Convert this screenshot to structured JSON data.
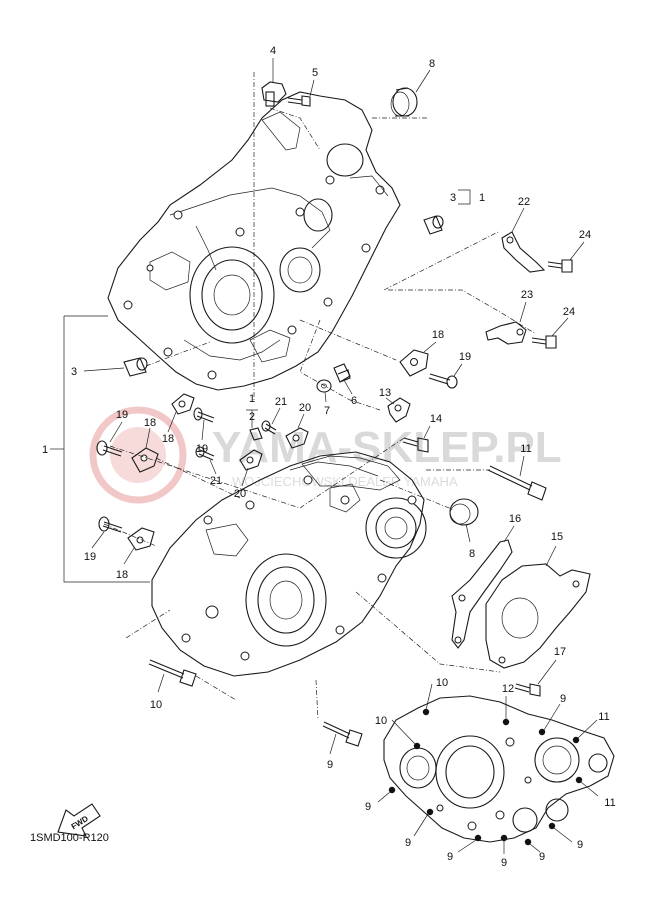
{
  "diagram": {
    "code": "1SMD100-R120",
    "fwd_label": "FWD",
    "watermark": {
      "main": "YAMA-SKLEP.PL",
      "sub": "WOJCIECHOWSKI DEALER YAMAHA"
    },
    "callouts": [
      {
        "id": "c4",
        "text": "4"
      },
      {
        "id": "c5",
        "text": "5"
      },
      {
        "id": "c8a",
        "text": "8"
      },
      {
        "id": "c3a",
        "text": "3"
      },
      {
        "id": "c1a",
        "text": "1"
      },
      {
        "id": "c22",
        "text": "22"
      },
      {
        "id": "c24a",
        "text": "24"
      },
      {
        "id": "c23",
        "text": "23"
      },
      {
        "id": "c24b",
        "text": "24"
      },
      {
        "id": "c18a",
        "text": "18"
      },
      {
        "id": "c19a",
        "text": "19"
      },
      {
        "id": "c3b",
        "text": "3"
      },
      {
        "id": "c1b",
        "text": "1"
      },
      {
        "id": "c7",
        "text": "7"
      },
      {
        "id": "c6",
        "text": "6"
      },
      {
        "id": "c13",
        "text": "13"
      },
      {
        "id": "c14",
        "text": "14"
      },
      {
        "id": "c11a",
        "text": "11"
      },
      {
        "id": "c19b",
        "text": "19"
      },
      {
        "id": "c18b",
        "text": "18"
      },
      {
        "id": "c18c",
        "text": "18"
      },
      {
        "id": "c19c",
        "text": "19"
      },
      {
        "id": "c1c",
        "text": "1"
      },
      {
        "id": "c2",
        "text": "2"
      },
      {
        "id": "c21a",
        "text": "21"
      },
      {
        "id": "c20a",
        "text": "20"
      },
      {
        "id": "c21b",
        "text": "21"
      },
      {
        "id": "c20b",
        "text": "20"
      },
      {
        "id": "c16",
        "text": "16"
      },
      {
        "id": "c15",
        "text": "15"
      },
      {
        "id": "c8b",
        "text": "8"
      },
      {
        "id": "c19d",
        "text": "19"
      },
      {
        "id": "c18d",
        "text": "18"
      },
      {
        "id": "c17",
        "text": "17"
      },
      {
        "id": "c10a",
        "text": "10"
      },
      {
        "id": "c12",
        "text": "12"
      },
      {
        "id": "c9a",
        "text": "9"
      },
      {
        "id": "c11b",
        "text": "11"
      },
      {
        "id": "c10b",
        "text": "10"
      },
      {
        "id": "c9b",
        "text": "9"
      },
      {
        "id": "c9c",
        "text": "9"
      },
      {
        "id": "c11c",
        "text": "11"
      },
      {
        "id": "c10c",
        "text": "10"
      },
      {
        "id": "c9d",
        "text": "9"
      },
      {
        "id": "c9e",
        "text": "9"
      },
      {
        "id": "c9f",
        "text": "9"
      },
      {
        "id": "c9g",
        "text": "9"
      },
      {
        "id": "c9h",
        "text": "9"
      }
    ]
  }
}
